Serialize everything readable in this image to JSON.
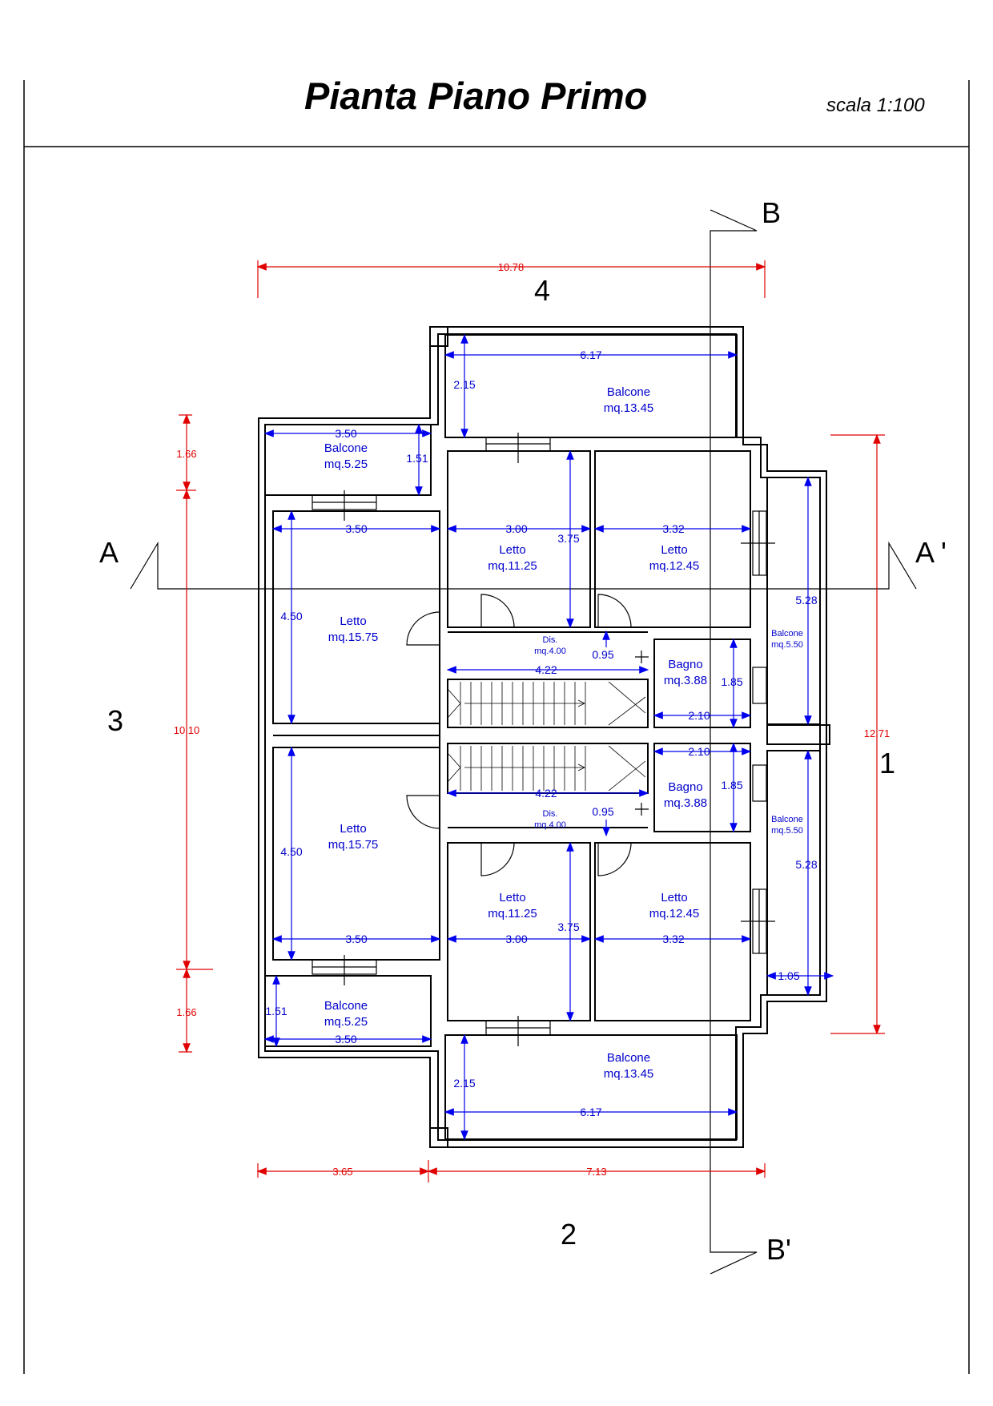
{
  "header": {
    "title": "Pianta Piano Primo",
    "scale": "scala 1:100"
  },
  "orientation": {
    "north": "4",
    "south": "2",
    "west": "3",
    "east": "1"
  },
  "sections": {
    "a_left": "A",
    "a_right": "A '",
    "b_top": "B",
    "b_bottom": "B'"
  },
  "overall_dims": {
    "top_width": "10.78",
    "bottom_left": "3.65",
    "bottom_right": "7.13",
    "left_top": "1.66",
    "left_mid": "10.10",
    "left_bottom": "1.66",
    "right_total": "12.71"
  },
  "rooms": {
    "balcone_n_label": "Balcone",
    "balcone_n_area": "mq.13.45",
    "balcone_nw_label": "Balcone",
    "balcone_nw_area": "mq.5.25",
    "letto_nw_label": "Letto",
    "letto_nw_area": "mq.15.75",
    "letto_nc_label": "Letto",
    "letto_nc_area": "mq.11.25",
    "letto_ne_label": "Letto",
    "letto_ne_area": "mq.12.45",
    "dis_n_label": "Dis.",
    "dis_n_area": "mq.4.00",
    "bagno_n_label": "Bagno",
    "bagno_n_area": "mq.3.88",
    "balcone_en_label": "Balcone",
    "balcone_en_area": "mq.5.50",
    "balcone_es_label": "Balcone",
    "balcone_es_area": "mq.5.50",
    "bagno_s_label": "Bagno",
    "bagno_s_area": "mq.3.88",
    "dis_s_label": "Dis.",
    "dis_s_area": "mq.4.00",
    "letto_sw_label": "Letto",
    "letto_sw_area": "mq.15.75",
    "letto_sc_label": "Letto",
    "letto_sc_area": "mq.11.25",
    "letto_se_label": "Letto",
    "letto_se_area": "mq.12.45",
    "balcone_sw_label": "Balcone",
    "balcone_sw_area": "mq.5.25",
    "balcone_s_label": "Balcone",
    "balcone_s_area": "mq.13.45"
  },
  "room_dims": {
    "bn_w": "6.17",
    "bn_h": "2.15",
    "bnw_w": "3.50",
    "bnw_h": "1.51",
    "lnw_w": "3.50",
    "lnw_h": "4.50",
    "lnc_w": "3.00",
    "lnc_h": "3.75",
    "lne_w": "3.32",
    "dis_n_w": "4.22",
    "dis_n_h": "0.95",
    "bagno_n_h": "1.85",
    "bagno_n_w": "2.10",
    "be_h1": "5.28",
    "be_h2": "5.28",
    "be_w": "1.05",
    "bagno_s_w": "2.10",
    "bagno_s_h": "1.85",
    "dis_s_w": "4.22",
    "dis_s_h": "0.95",
    "lsw_h": "4.50",
    "lsw_w": "3.50",
    "lsc_w": "3.00",
    "lsc_h": "3.75",
    "lse_w": "3.32",
    "bsw_h": "1.51",
    "bsw_w": "3.50",
    "bs_h": "2.15",
    "bs_w": "6.17"
  },
  "colors": {
    "wall": "#000000",
    "dimension_blue": "#0000ee",
    "dimension_red": "#e00000"
  }
}
